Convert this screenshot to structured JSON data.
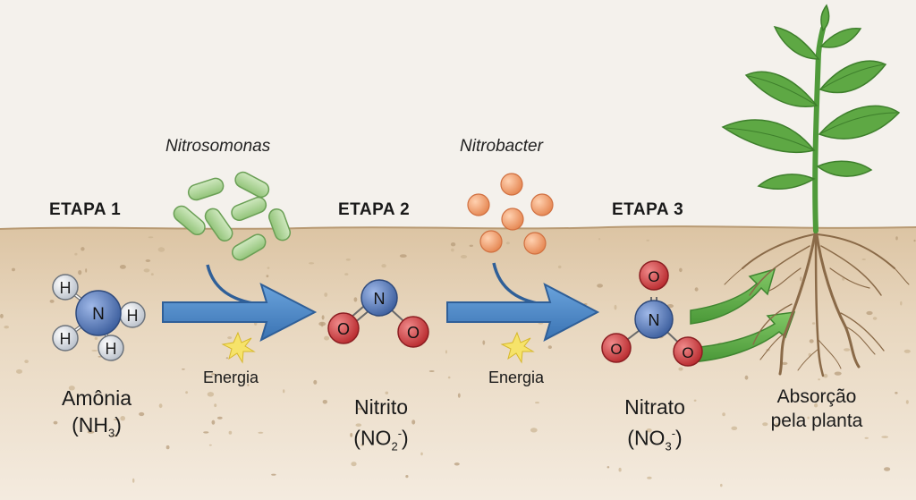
{
  "stages": [
    {
      "step_label": "ETAPA 1",
      "compound_name": "Amônia",
      "formula_prefix": "(NH",
      "formula_sub": "3",
      "formula_sup": "",
      "formula_suffix": ")"
    },
    {
      "step_label": "ETAPA 2",
      "compound_name": "Nitrito",
      "formula_prefix": "(NO",
      "formula_sub": "2",
      "formula_sup": "-",
      "formula_suffix": ")"
    },
    {
      "step_label": "ETAPA 3",
      "compound_name": "Nitrato",
      "formula_prefix": "(NO",
      "formula_sub": "3",
      "formula_sup": "-",
      "formula_suffix": ")"
    }
  ],
  "bacteria": [
    {
      "name": "Nitrosomonas"
    },
    {
      "name": "Nitrobacter"
    }
  ],
  "energy_label": "Energia",
  "absorption": {
    "line1": "Absorção",
    "line2": "pela planta"
  },
  "atoms": {
    "nitrogen": "N",
    "hydrogen": "H",
    "oxygen": "O"
  },
  "colors": {
    "sky": "#f4f1ec",
    "soil": "#e6d2b7",
    "arrow_blue": "#4a86c5",
    "arrow_green": "#5fb04c",
    "nitrogen_atom": "#5075b8",
    "oxygen_atom": "#d73b3e",
    "hydrogen_atom": "#e6e9ee",
    "bacteria_rod": "#a9d394",
    "bacteria_cocci": "#f0a070",
    "leaf": "#5ea844",
    "root": "#8a6a48"
  }
}
